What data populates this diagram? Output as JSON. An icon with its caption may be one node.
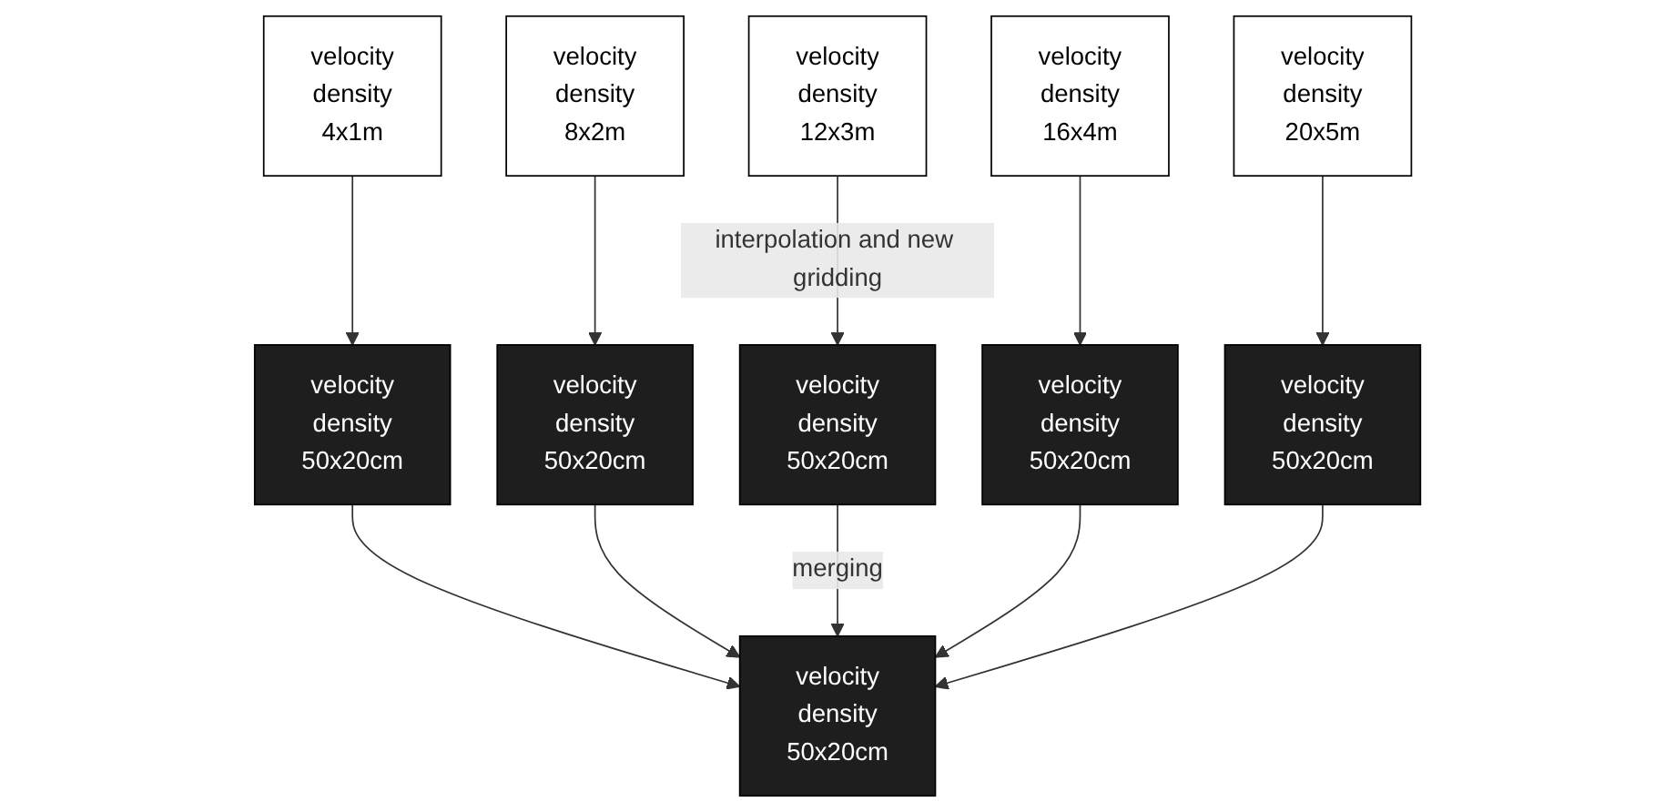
{
  "diagram": {
    "nodes": [
      {
        "text": [
          "velocity",
          "density",
          "4x1m"
        ]
      },
      {
        "text": [
          "velocity",
          "density",
          "8x2m"
        ]
      },
      {
        "text": [
          "velocity",
          "density",
          "12x3m"
        ]
      },
      {
        "text": [
          "velocity",
          "density",
          "16x4m"
        ]
      },
      {
        "text": [
          "velocity",
          "density",
          "20x5m"
        ]
      },
      {
        "text": [
          "velocity",
          "density",
          "50x20cm"
        ]
      },
      {
        "text": [
          "velocity",
          "density",
          "50x20cm"
        ]
      },
      {
        "text": [
          "velocity",
          "density",
          "50x20cm"
        ]
      },
      {
        "text": [
          "velocity",
          "density",
          "50x20cm"
        ]
      },
      {
        "text": [
          "velocity",
          "density",
          "50x20cm"
        ]
      },
      {
        "text": [
          "velocity",
          "density",
          "50x20cm"
        ]
      }
    ],
    "edges": [
      {
        "from": 0,
        "to": 5,
        "arrow": "to"
      },
      {
        "from": 1,
        "to": 6,
        "arrow": "to"
      },
      {
        "from": 2,
        "to": 7,
        "arrow": "to",
        "label": "interpolation and new gridding"
      },
      {
        "from": 3,
        "to": 8,
        "arrow": "to"
      },
      {
        "from": 4,
        "to": 9,
        "arrow": "to"
      },
      {
        "from": 5,
        "to": 10,
        "arrow": "to"
      },
      {
        "from": 6,
        "to": 10,
        "arrow": "to"
      },
      {
        "from": 7,
        "to": 10,
        "arrow": "to",
        "label": "merging"
      },
      {
        "from": 8,
        "to": 10,
        "arrow": "to"
      },
      {
        "from": 9,
        "to": 10,
        "arrow": "to"
      }
    ]
  }
}
